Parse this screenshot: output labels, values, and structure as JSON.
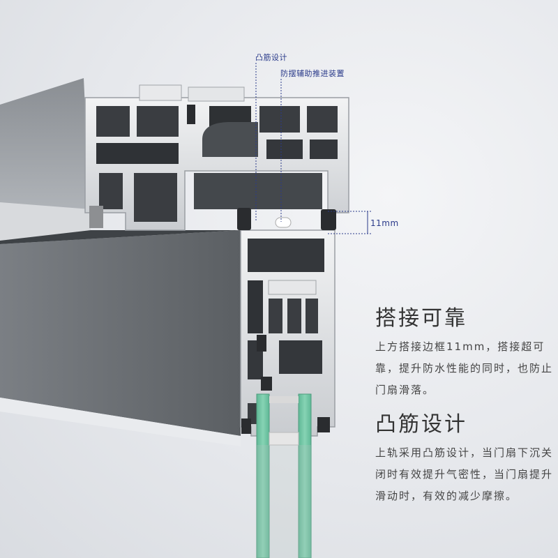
{
  "callouts": {
    "raised_ribs": "凸筋设计",
    "anti_swing": "防摆辅助推进装置",
    "dimension": "11mm"
  },
  "features": [
    {
      "title": "搭接可靠",
      "description": "上方搭接边框11mm，搭接超可靠，提升防水性能的同时，也防止门扇滑落。"
    },
    {
      "title": "凸筋设计",
      "description": "上轨采用凸筋设计，当门扇下沉关闭时有效提升气密性，当门扇提升滑动时，有效的减少摩擦。"
    }
  ],
  "colors": {
    "aluminum_light": "#cfd2d6",
    "aluminum_dark": "#5e6266",
    "glass": "#6dc2a2",
    "annotation": "#2a3a8a"
  }
}
